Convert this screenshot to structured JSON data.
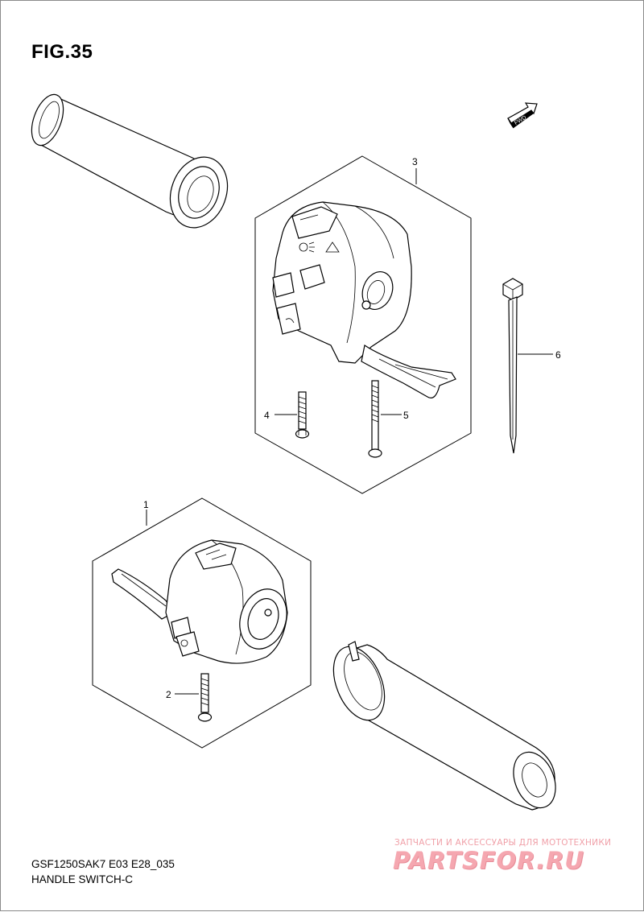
{
  "figure": {
    "title": "FIG.35"
  },
  "fwd_label": "FWD",
  "callouts": [
    {
      "id": "1",
      "label": "1"
    },
    {
      "id": "2",
      "label": "2"
    },
    {
      "id": "3",
      "label": "3"
    },
    {
      "id": "4",
      "label": "4"
    },
    {
      "id": "5",
      "label": "5"
    },
    {
      "id": "6",
      "label": "6"
    }
  ],
  "footer": {
    "model_line": "GSF1250SAK7 E03 E28_035",
    "section_line": "HANDLE SWITCH-C"
  },
  "watermark": {
    "tagline": "ЗАПЧАСТИ И АКСЕССУАРЫ ДЛЯ МОТОТЕХНИКИ",
    "brand": "PARTSFOR.RU"
  }
}
